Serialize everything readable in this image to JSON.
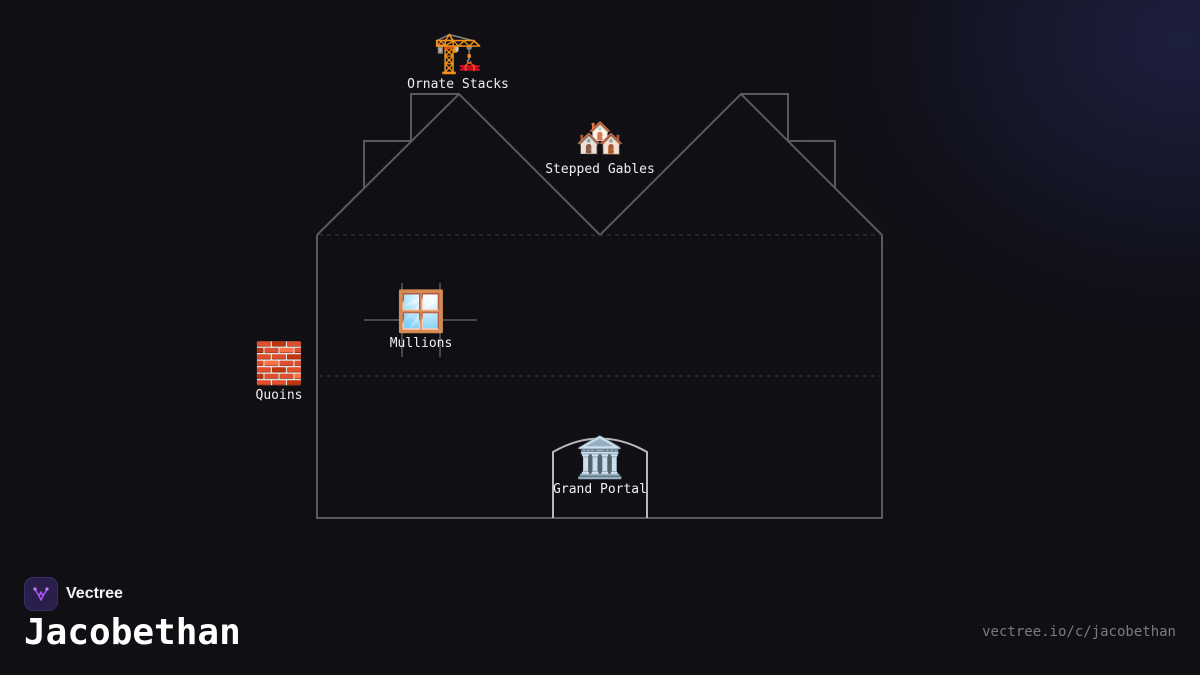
{
  "features": {
    "stacks": {
      "icon": "construction-crane-icon",
      "emoji": "🏗️",
      "label": "Ornate Stacks"
    },
    "gables": {
      "icon": "houses-icon",
      "emoji": "🏘️",
      "label": "Stepped Gables"
    },
    "mullions": {
      "icon": "window-icon",
      "emoji": "🪟",
      "label": "Mullions"
    },
    "quoins": {
      "icon": "brick-icon",
      "emoji": "🧱",
      "label": "Quoins"
    },
    "portal": {
      "icon": "classical-building-icon",
      "emoji": "🏛️",
      "label": "Grand Portal"
    }
  },
  "brand": {
    "name": "Vectree",
    "icon": "vectree-logo-icon",
    "accent": "#a855f7"
  },
  "page": {
    "title": "Jacobethan",
    "url": "vectree.io/c/jacobethan"
  },
  "colors": {
    "background": "#0f0f14",
    "outline": "#5a5a5e",
    "portal": "#b8b8bc"
  }
}
